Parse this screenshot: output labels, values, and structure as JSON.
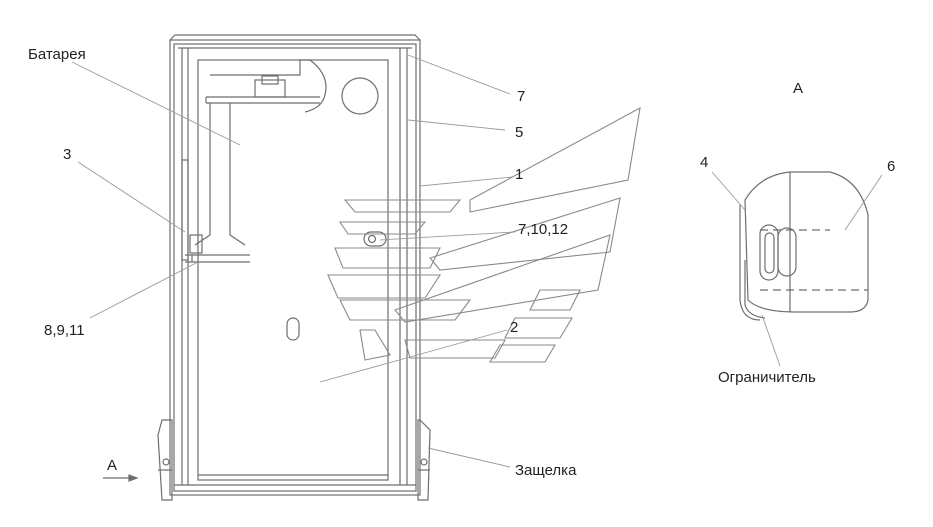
{
  "labels": {
    "battery": "Батарея",
    "item3": "3",
    "item8_9_11": "8,9,11",
    "item7": "7",
    "item5": "5",
    "item1": "1",
    "item7_10_12": "7,10,12",
    "item2": "2",
    "latch": "Защелка",
    "viewA_arrow": "А",
    "viewA_title": "А",
    "item4": "4",
    "item6": "6",
    "limiter": "Ограничитель"
  },
  "colors": {
    "line": "#6e6e6e",
    "leader": "#9a9a9a",
    "text": "#222222"
  }
}
